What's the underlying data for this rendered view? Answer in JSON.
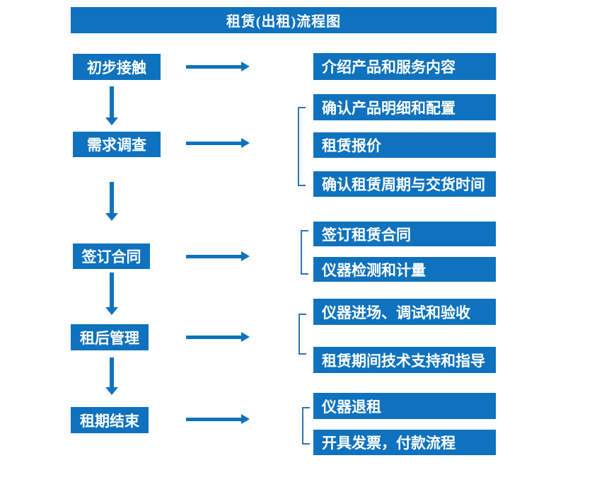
{
  "title": "租赁(出租)流程图",
  "colors": {
    "primary_blue": "#0E72BE",
    "bracket_blue": "#2E74B5",
    "text_white": "#FFFFFF",
    "background": "#FFFFFF"
  },
  "steps": [
    {
      "label": "初步接触",
      "outputs": [
        "介绍产品和服务内容"
      ]
    },
    {
      "label": "需求调查",
      "outputs": [
        "确认产品明细和配置",
        "租赁报价",
        "确认租赁周期与交货时间"
      ]
    },
    {
      "label": "签订合同",
      "outputs": [
        "签订租赁合同",
        "仪器检测和计量"
      ]
    },
    {
      "label": "租后管理",
      "outputs": [
        "仪器进场、调试和验收",
        "租赁期间技术支持和指导"
      ]
    },
    {
      "label": "租期结束",
      "outputs": [
        "仪器退租",
        "开具发票，付款流程"
      ]
    }
  ]
}
